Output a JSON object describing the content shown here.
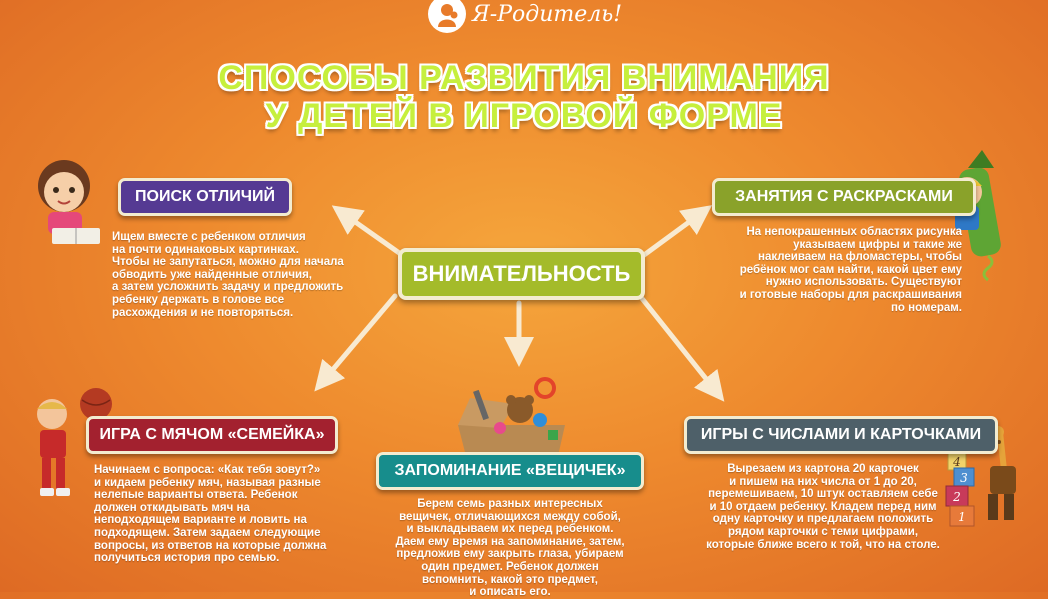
{
  "logo": {
    "text": "Я-Родитель!"
  },
  "title": {
    "line1": "СПОСОБЫ РАЗВИТИЯ ВНИМАНИЯ",
    "line2": "У ДЕТЕЙ В ИГРОВОЙ ФОРМЕ"
  },
  "center": {
    "label": "ВНИМАТЕЛЬНОСТЬ"
  },
  "colors": {
    "purple": "#553a93",
    "green": "#8aa22a",
    "red": "#a3212f",
    "teal": "#178d8c",
    "gray": "#4e6069",
    "title": "#c6ef3d"
  },
  "nodes": {
    "search": {
      "label": "ПОИСК ОТЛИЧИЙ",
      "lines": [
        "Ищем вместе с ребенком отличия",
        "на почти одинаковых картинках.",
        "Чтобы не запутаться, можно для начала",
        "обводить уже найденные отличия,",
        "а затем усложнить задачу и предложить",
        "ребенку держать в голове  все",
        "расхождения и не повторяться."
      ]
    },
    "coloring": {
      "label": "ЗАНЯТИЯ С РАСКРАСКАМИ",
      "lines": [
        "На непокрашенных областях рисунка",
        "указываем цифры и такие же",
        "наклеиваем на фломастеры, чтобы",
        "ребёнок мог сам найти, какой цвет ему",
        "нужно использовать. Существуют",
        "и готовые наборы для раскрашивания",
        "по номерам."
      ]
    },
    "ball": {
      "label": "ИГРА С МЯЧОМ «СЕМЕЙКА»",
      "lines": [
        "Начинаем с вопроса: «Как тебя зовут?»",
        "и кидаем ребенку мяч, называя разные",
        "нелепые варианты ответа. Ребенок",
        "должен откидывать мяч на",
        "неподходящем варианте и ловить на",
        "подходящем. Затем задаем следующие",
        "вопросы, из ответов на которые должна",
        "получиться история про семью."
      ]
    },
    "memory": {
      "label": "ЗАПОМИНАНИЕ «ВЕЩИЧЕК»",
      "lines": [
        "Берем семь разных интересных",
        "вещичек, отличающихся между собой,",
        "и выкладываем их перед ребенком.",
        "Даем ему время на запоминание, затем,",
        "предложив ему закрыть глаза, убираем",
        "один предмет. Ребенок должен",
        "вспомнить, какой это предмет,",
        "и описать его."
      ]
    },
    "numbers": {
      "label": "ИГРЫ С ЧИСЛАМИ И КАРТОЧКАМИ",
      "lines": [
        "Вырезаем из картона 20 карточек",
        "и пишем на них числа от 1 до 20,",
        "перемешиваем, 10 штук оставляем себе",
        "и 10 отдаем ребенку. Кладем перед ним",
        "одну карточку и предлагаем положить",
        "рядом карточки с теми цифрами,",
        "которые ближе всего к той, что на столе."
      ]
    }
  },
  "blocks": {
    "digits": [
      "4",
      "3",
      "2",
      "1"
    ]
  },
  "icons": [
    "girl-illustration-icon",
    "boy-crayon-illustration-icon",
    "boy-ball-illustration-icon",
    "toy-box-illustration-icon",
    "giraffe-blocks-illustration-icon"
  ]
}
